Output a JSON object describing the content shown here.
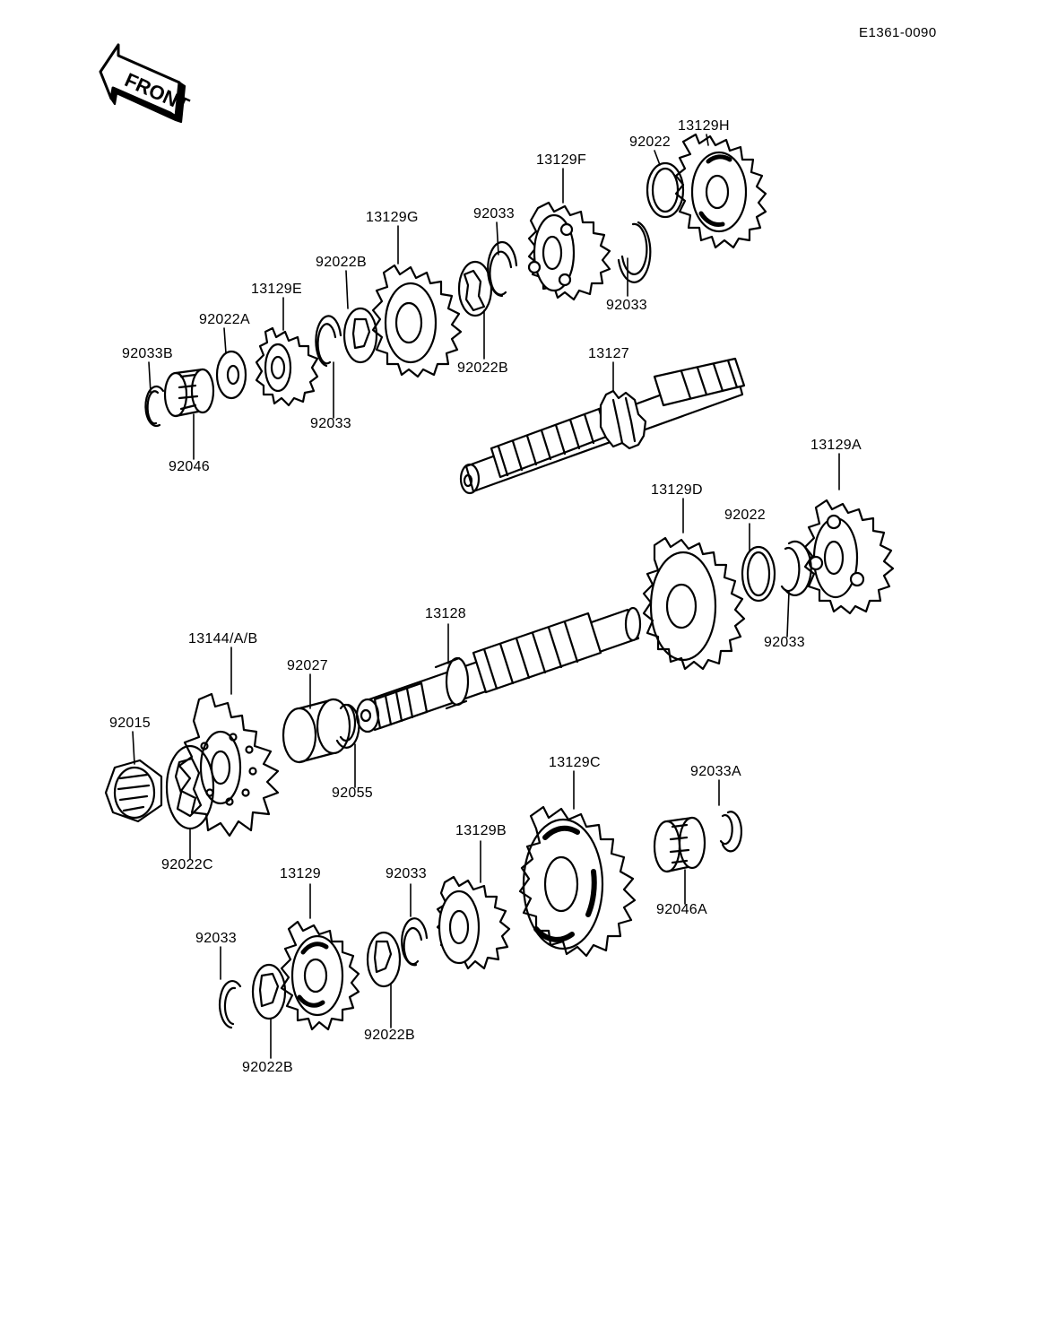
{
  "diagram_code": "E1361-0090",
  "front_label": "FRONT",
  "labels": {
    "p13129H": "13129H",
    "p92022_top": "92022",
    "p13129F": "13129F",
    "p92033_a": "92033",
    "p13129G": "13129G",
    "p92022B_a": "92022B",
    "p13129E": "13129E",
    "p92022A": "92022A",
    "p92033B": "92033B",
    "p92033_b": "92033",
    "p92022B_b": "92022B",
    "p92033_c": "92033",
    "p92046": "92046",
    "p13127": "13127",
    "p13129A": "13129A",
    "p13129D": "13129D",
    "p92022_mid": "92022",
    "p92033_d": "92033",
    "p13128": "13128",
    "p13144": "13144/A/B",
    "p92027": "92027",
    "p92015": "92015",
    "p92055": "92055",
    "p92022C": "92022C",
    "p13129C": "13129C",
    "p92033A": "92033A",
    "p13129B": "13129B",
    "p92033_e": "92033",
    "p13129": "13129",
    "p92046A": "92046A",
    "p92033_f": "92033",
    "p92022B_c": "92022B",
    "p92022B_d": "92022B"
  },
  "colors": {
    "ink": "#000000",
    "paper": "#ffffff"
  }
}
